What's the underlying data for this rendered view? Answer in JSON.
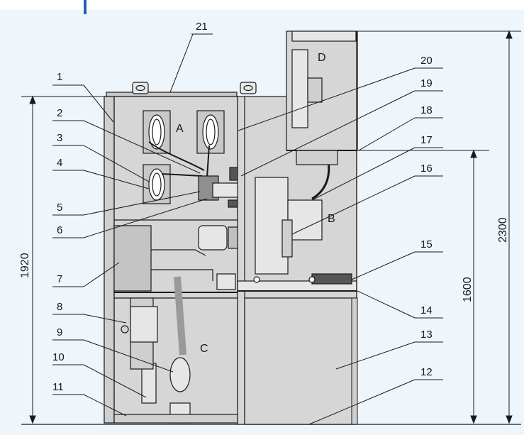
{
  "callouts": [
    "1",
    "2",
    "3",
    "4",
    "5",
    "6",
    "7",
    "8",
    "9",
    "10",
    "11",
    "12",
    "13",
    "14",
    "15",
    "16",
    "17",
    "18",
    "19",
    "20",
    "21"
  ],
  "compartments": {
    "a": "A",
    "b": "B",
    "c": "C",
    "d": "D"
  },
  "dimensions": {
    "overall_height": "2300",
    "front_height": "1920",
    "side_height": "1600"
  },
  "colors": {
    "background": "#eef5fb",
    "panel": "#d6d6d6",
    "shade": "#c4c4c4",
    "line": "#1a1a1a",
    "accent": "#1f5fbf"
  }
}
